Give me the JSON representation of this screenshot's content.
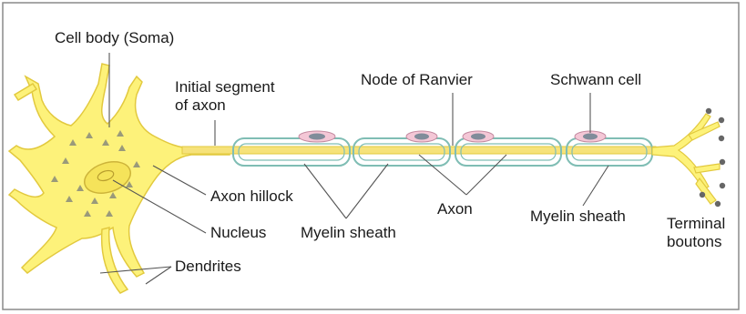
{
  "labels": {
    "cell_body": "Cell body (Soma)",
    "initial_segment": "Initial segment\nof axon",
    "node_of_ranvier": "Node of Ranvier",
    "schwann_cell": "Schwann cell",
    "axon_hillock": "Axon hillock",
    "nucleus": "Nucleus",
    "dendrites": "Dendrites",
    "myelin_sheath_left": "Myelin sheath",
    "axon": "Axon",
    "myelin_sheath_right": "Myelin sheath",
    "terminal_boutons": "Terminal\nboutons"
  },
  "colors": {
    "neuron_fill": "#fdf27a",
    "neuron_stroke": "#e2c93e",
    "myelin_stroke": "#7fbdb4",
    "axon_core": "#f6e27a",
    "schwann_fill": "#f4c7d6",
    "schwann_nucleus": "#808c9a",
    "leader_line": "#555555",
    "border": "#8a8a8a",
    "bouton_dot": "#666666"
  }
}
